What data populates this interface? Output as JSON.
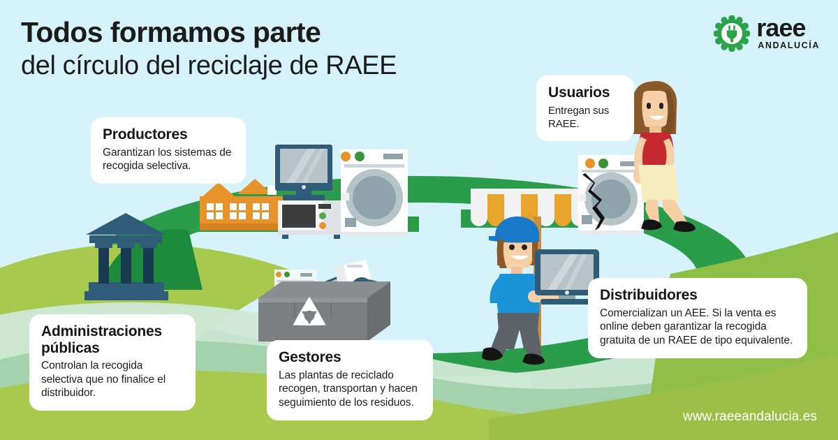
{
  "headline": {
    "line1": "Todos formamos parte",
    "line2": "del círculo del reciclaje de RAEE"
  },
  "logo": {
    "name": "raee",
    "region": "ANDALUCÍA",
    "mark_icon": "plug-in-gear-icon",
    "color": "#2aa34a"
  },
  "cards": {
    "productores": {
      "title": "Productores",
      "body": "Garantizan los sistemas de recogida selectiva."
    },
    "usuarios": {
      "title": "Usuarios",
      "body": "Entregan sus RAEE."
    },
    "administraciones": {
      "title": "Administraciones públicas",
      "body": "Controlan la recogida selectiva que no finalice el distribuidor."
    },
    "gestores": {
      "title": "Gestores",
      "body": "Las plantas de reciclado recogen, transportan y hacen seguimiento de los residuos."
    },
    "distribuidores": {
      "title": "Distribuidores",
      "body": "Comercializan un AEE. Si la venta es online deben garantizar la recogida gratuita de un RAEE de tipo equivalente."
    }
  },
  "footer": {
    "url": "www.raeeandalucia.es"
  },
  "scene": {
    "illustrations": [
      "government-building-icon",
      "factory-building-icon",
      "crt-monitor-icon",
      "microwave-oven-icon",
      "washing-machine-icon",
      "recycling-container-icon",
      "recycling-symbol-icon",
      "shop-awning-icon",
      "delivery-person-icon",
      "flat-monitor-icon",
      "broken-washing-machine-icon",
      "woman-user-icon"
    ]
  },
  "colors": {
    "sky": "#d6f3fb",
    "ring_green": "#2a9c4a",
    "hill_light_green": "#a8c84e",
    "hill_mid_green": "#8fbf47",
    "pale_green": "#bfe2cc",
    "orange": "#e8922b",
    "navy": "#2f5d79",
    "deep_navy": "#183a52",
    "blue_shirt": "#1a93d8",
    "red_top": "#c62832",
    "skin": "#f6cfa4",
    "hair": "#8a5a2b",
    "gray_bin": "#7c7f82",
    "white": "#ffffff",
    "text_dark": "#1b1b1b"
  }
}
